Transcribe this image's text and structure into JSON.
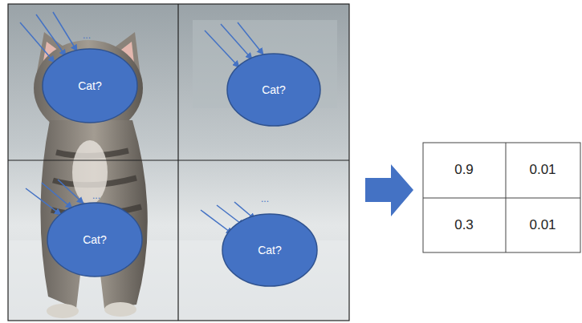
{
  "diagram": {
    "nodes": [
      {
        "text": [
          "Cat?"
        ]
      },
      {
        "text": [
          "Cat?"
        ]
      },
      {
        "text": [
          "Cat?"
        ]
      },
      {
        "text": [
          "Cat?"
        ]
      }
    ],
    "labels": [
      "...",
      "...",
      "...",
      "0.9",
      "0.01",
      "0.3",
      "0.01"
    ]
  }
}
